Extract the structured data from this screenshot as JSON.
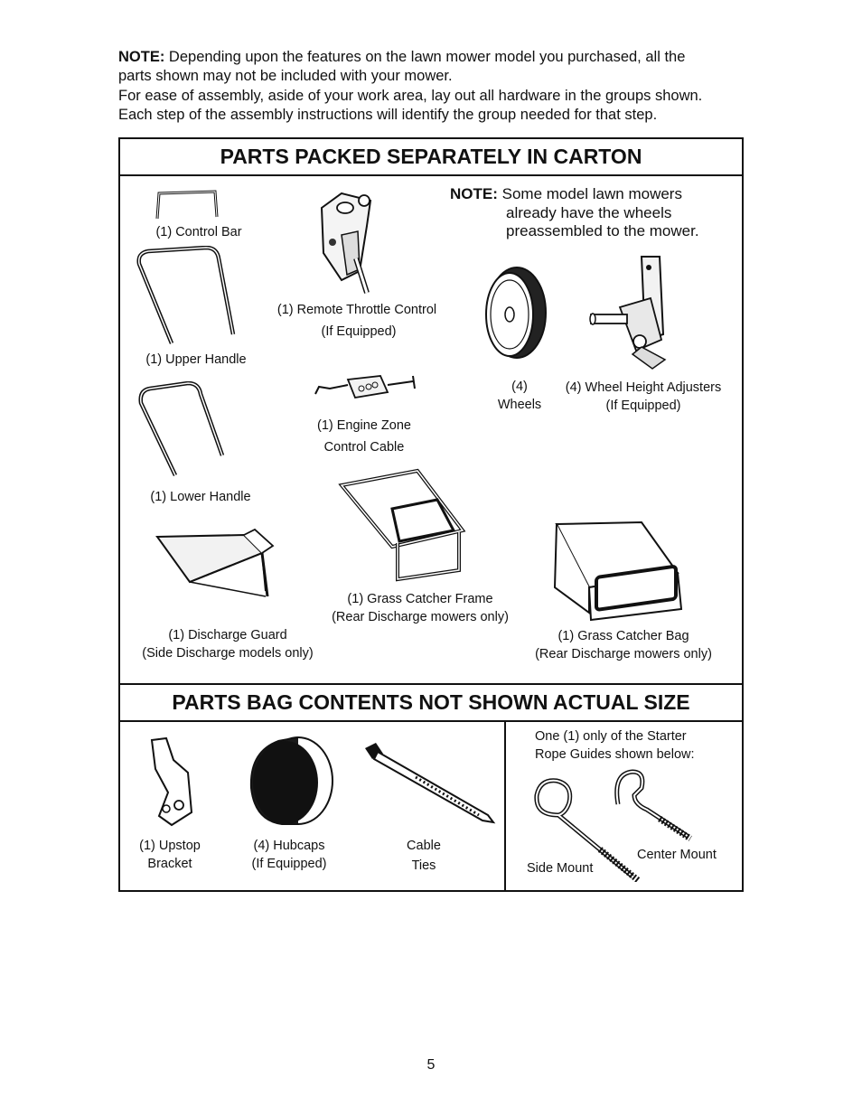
{
  "intro": {
    "note_label": "NOTE:",
    "note_line1": " Depending upon the features on the lawn mower model you purchased, all the",
    "note_line2": "parts shown may not be included with your mower.",
    "layout_line1": "For ease of assembly, aside of your work area, lay out all hardware in the groups shown.",
    "layout_line2": "Each step of the assembly instructions will identify the group needed for that step."
  },
  "carton": {
    "title": "PARTS PACKED SEPARATELY IN CARTON",
    "note_label": "NOTE:",
    "note_line1": " Some model lawn mowers",
    "note_line2": "already have the wheels",
    "note_line3": "preassembled to the mower.",
    "items": {
      "control_bar": "(1) Control Bar",
      "upper_handle": "(1) Upper Handle",
      "lower_handle": "(1) Lower Handle",
      "throttle_1": "(1) Remote Throttle Control",
      "throttle_2": "(If Equipped)",
      "zone_1": "(1) Engine Zone",
      "zone_2": "Control Cable",
      "wheels_1": "(4)",
      "wheels_2": "Wheels",
      "adjusters_1": "(4) Wheel Height Adjusters",
      "adjusters_2": "(If Equipped)",
      "guard_1": "(1) Discharge Guard",
      "guard_2": "(Side Discharge models only)",
      "frame_1": "(1) Grass Catcher Frame",
      "frame_2": "(Rear Discharge mowers only)",
      "bag_1": "(1) Grass Catcher Bag",
      "bag_2": "(Rear Discharge mowers only)"
    }
  },
  "bag": {
    "title": "PARTS BAG CONTENTS NOT SHOWN ACTUAL SIZE",
    "items": {
      "upstop_1": "(1) Upstop",
      "upstop_2": "Bracket",
      "hubcaps_1": "(4) Hubcaps",
      "hubcaps_2": "(If Equipped)",
      "ties_1": "Cable",
      "ties_2": "Ties",
      "guides_1": "One (1) only of the Starter",
      "guides_2": "Rope Guides shown below:",
      "side_mount": "Side Mount",
      "center_mount": "Center Mount"
    }
  },
  "page_number": "5"
}
